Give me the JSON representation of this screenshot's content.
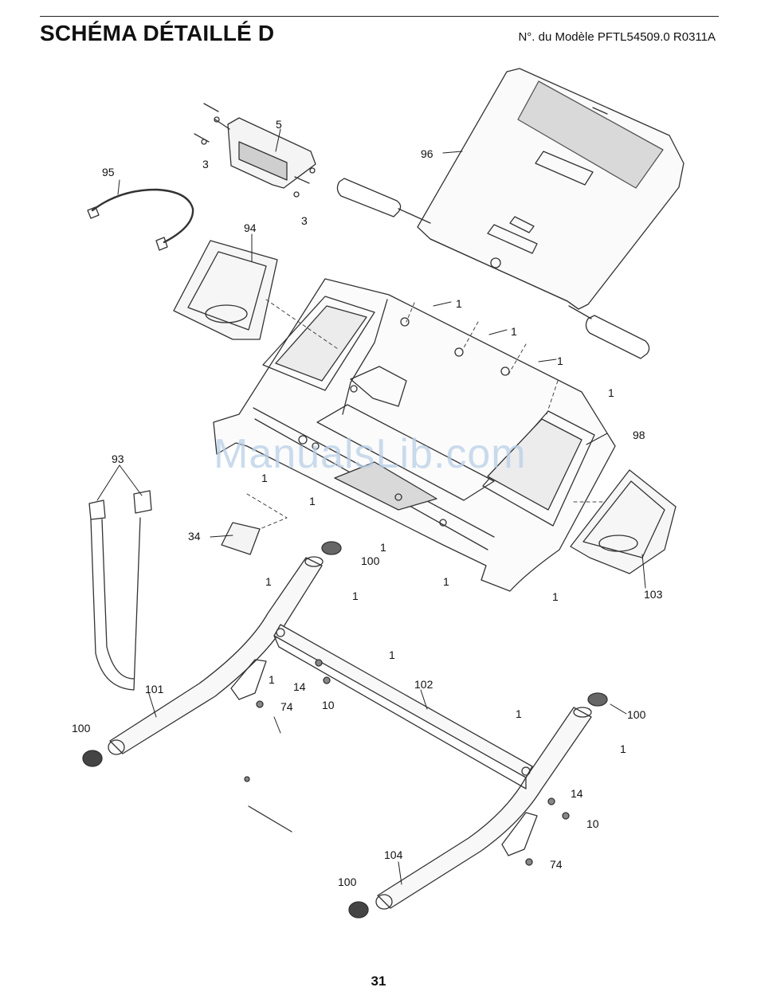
{
  "header": {
    "title": "SCHÉMA DÉTAILLÉ D",
    "model": "N°. du Modèle PFTL54509.0 R0311A"
  },
  "watermark": "ManualsLib.com",
  "page_number": "31",
  "callouts": [
    {
      "id": "c5",
      "text": "5"
    },
    {
      "id": "c3a",
      "text": "3"
    },
    {
      "id": "c3b",
      "text": "3"
    },
    {
      "id": "c95",
      "text": "95"
    },
    {
      "id": "c96",
      "text": "96"
    },
    {
      "id": "c94",
      "text": "94"
    },
    {
      "id": "c1a",
      "text": "1"
    },
    {
      "id": "c1b",
      "text": "1"
    },
    {
      "id": "c1c",
      "text": "1"
    },
    {
      "id": "c1d",
      "text": "1"
    },
    {
      "id": "c98",
      "text": "98"
    },
    {
      "id": "c93",
      "text": "93"
    },
    {
      "id": "c1e",
      "text": "1"
    },
    {
      "id": "c1f",
      "text": "1"
    },
    {
      "id": "c1g",
      "text": "1"
    },
    {
      "id": "c34",
      "text": "34"
    },
    {
      "id": "c1h",
      "text": "1"
    },
    {
      "id": "c100a",
      "text": "100"
    },
    {
      "id": "c1i",
      "text": "1"
    },
    {
      "id": "c1j",
      "text": "1"
    },
    {
      "id": "c103",
      "text": "103"
    },
    {
      "id": "c1k",
      "text": "1"
    },
    {
      "id": "c1l",
      "text": "1"
    },
    {
      "id": "c102",
      "text": "102"
    },
    {
      "id": "c14a",
      "text": "14"
    },
    {
      "id": "c10a",
      "text": "10"
    },
    {
      "id": "c74a",
      "text": "74"
    },
    {
      "id": "c101",
      "text": "101"
    },
    {
      "id": "c100b",
      "text": "100"
    },
    {
      "id": "c1m",
      "text": "1"
    },
    {
      "id": "c100c",
      "text": "100"
    },
    {
      "id": "c1n",
      "text": "1"
    },
    {
      "id": "c14b",
      "text": "14"
    },
    {
      "id": "c1o",
      "text": "1"
    },
    {
      "id": "c10b",
      "text": "10"
    },
    {
      "id": "c104",
      "text": "104"
    },
    {
      "id": "c74b",
      "text": "74"
    },
    {
      "id": "c100d",
      "text": "100"
    }
  ]
}
